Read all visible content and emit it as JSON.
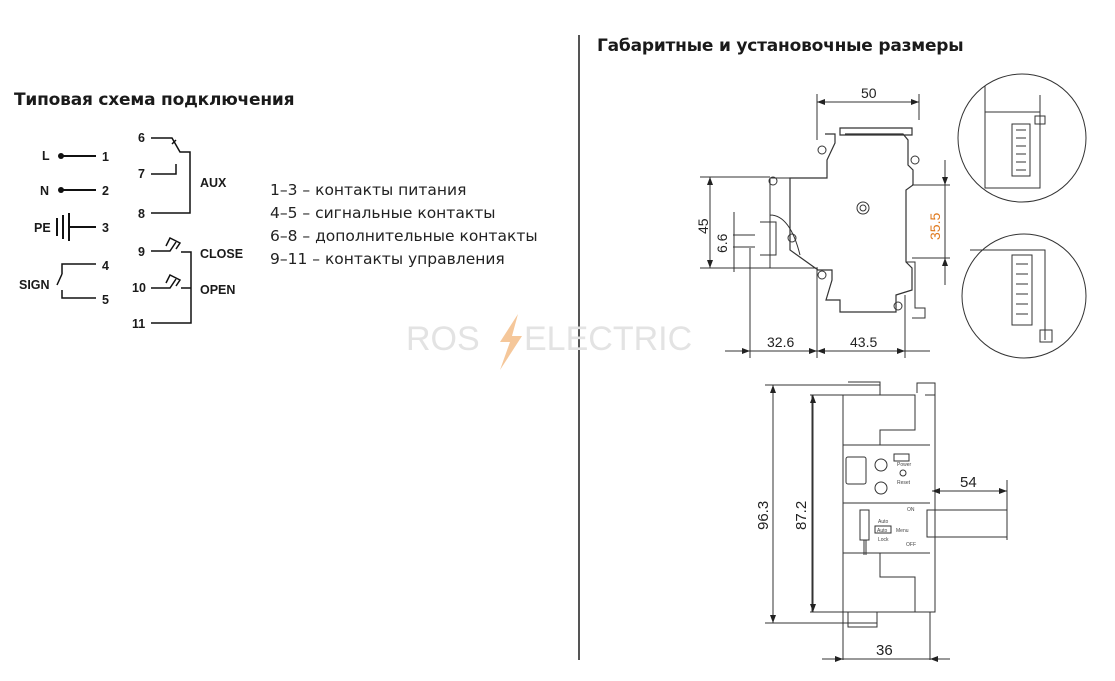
{
  "left": {
    "title": "Типовая схема подключения",
    "terminals": {
      "L": "L",
      "N": "N",
      "PE": "PE",
      "SIGN": "SIGN",
      "t1": "1",
      "t2": "2",
      "t3": "3",
      "t4": "4",
      "t5": "5",
      "t6": "6",
      "t7": "7",
      "t8": "8",
      "t9": "9",
      "t10": "10",
      "t11": "11",
      "aux": "AUX",
      "close": "CLOSE",
      "open": "OPEN"
    },
    "legend": [
      "1–3 – контакты питания",
      "4–5 – сигнальные контакты",
      "6–8 – дополнительные контакты",
      "9–11 – контакты управления"
    ]
  },
  "right": {
    "title": "Габаритные и установочные размеры",
    "dimensions": {
      "d50": "50",
      "d45": "45",
      "d66": "6.6",
      "d355": "35.5",
      "d326": "32.6",
      "d435": "43.5",
      "d963": "96.3",
      "d872": "87.2",
      "d54": "54",
      "d36": "36"
    },
    "panel_labels": {
      "power": "Power",
      "reset": "Reset",
      "on": "ON",
      "off": "OFF",
      "auto_top": "Auto",
      "auto_box": "Auto",
      "lock": "Lock",
      "menu": "Menu"
    }
  },
  "watermark": {
    "left": "ROS",
    "right": "ELECTRIC"
  },
  "colors": {
    "accent_dim": "#e07a1f",
    "watermark_bolt": "#f5c79a"
  }
}
